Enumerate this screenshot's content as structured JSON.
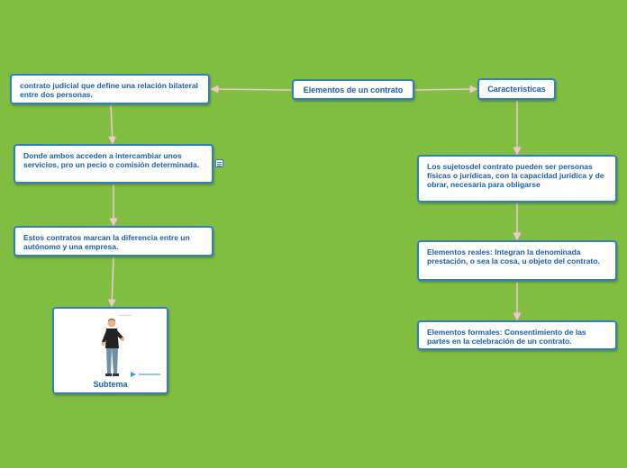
{
  "nodes": {
    "center": "Elementos de un contrato",
    "left_1": "contrato judicial que define una relación bilateral entre dos personas.",
    "left_2": "Donde ambos acceden a intercambiar unos servicios, pro un pecio o comisión determinada.",
    "left_3": "Estos contratos marcan la diferencia entre un autónomo y una empresa.",
    "left_4": "Subtema",
    "right_1": "Caracteristicas",
    "right_2": "Los sujetosdel contrato pueden ser personas físicas o jurídicas, con la capacidad jurídica y de obrar, necesaria para obligarse",
    "right_3": "Elementos reales: Integran la denominada prestación, o sea la cosa, u objeto del contrato.",
    "right_4": "Elementos formales: Consentimiento de las partes en la celebración de un contrato."
  },
  "colors": {
    "background": "#80bd41",
    "node_border": "#2f7fc1",
    "node_text": "#1b5fa8",
    "connector": "#f2c6d2"
  },
  "icons": {
    "note": "note-icon",
    "image_figure": "person-illustration-icon",
    "image_watermark": "watermark-logo-icon"
  }
}
